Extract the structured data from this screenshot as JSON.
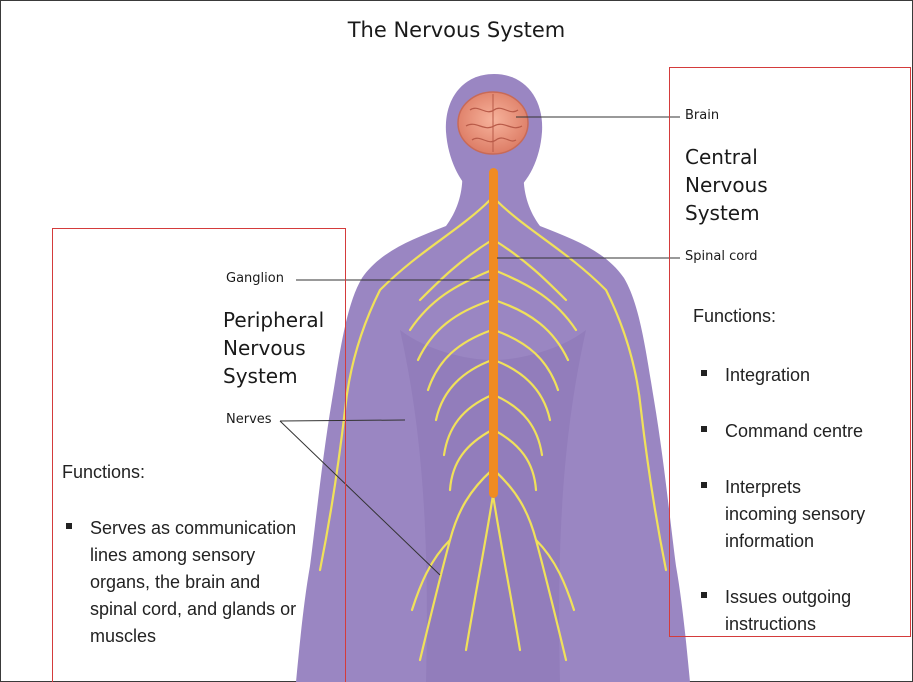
{
  "title": "The Nervous System",
  "callouts": {
    "brain": "Brain",
    "spinal_cord": "Spinal cord",
    "ganglion": "Ganglion",
    "nerves": "Nerves"
  },
  "central": {
    "title_lines": [
      "Central",
      "Nervous",
      "System"
    ],
    "functions_heading": "Functions:",
    "functions": [
      [
        "Integration"
      ],
      [
        "Command centre"
      ],
      [
        "Interprets",
        "incoming sensory",
        "information"
      ],
      [
        "Issues outgoing",
        "instructions"
      ]
    ]
  },
  "peripheral": {
    "title_lines": [
      "Peripheral",
      "Nervous",
      "System"
    ],
    "functions_heading": "Functions:",
    "functions": [
      [
        "Serves as communication",
        "lines among sensory",
        "organs, the brain and",
        "spinal cord, and glands or",
        "muscles"
      ]
    ]
  },
  "colors": {
    "body": "#9a86c2",
    "body_shade": "#8c77b6",
    "brain": "#e99478",
    "nerves": "#f0e15a",
    "spinal_cord": "#f08b22",
    "box_border": "#d43b3b"
  }
}
